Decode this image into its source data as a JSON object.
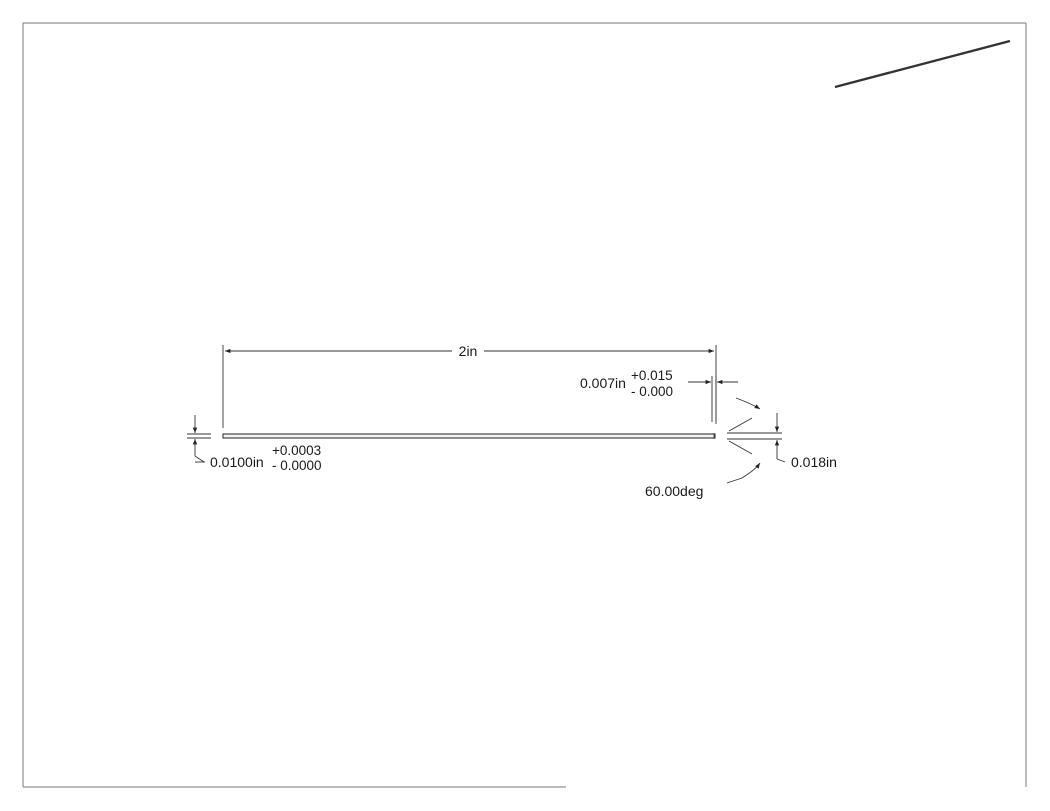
{
  "dimensions": {
    "length": {
      "value": "2in"
    },
    "diameter": {
      "value": "0.0100in",
      "tol_plus": "+0.0003",
      "tol_minus": "- 0.0000"
    },
    "tip": {
      "value": "0.007in",
      "tol_plus": "+0.015",
      "tol_minus": "- 0.000"
    },
    "angle": {
      "value": "60.00deg"
    },
    "tip_diameter": {
      "value": "0.018in"
    }
  },
  "colors": {
    "line": "#333333",
    "frame": "#777777",
    "background": "#ffffff"
  }
}
